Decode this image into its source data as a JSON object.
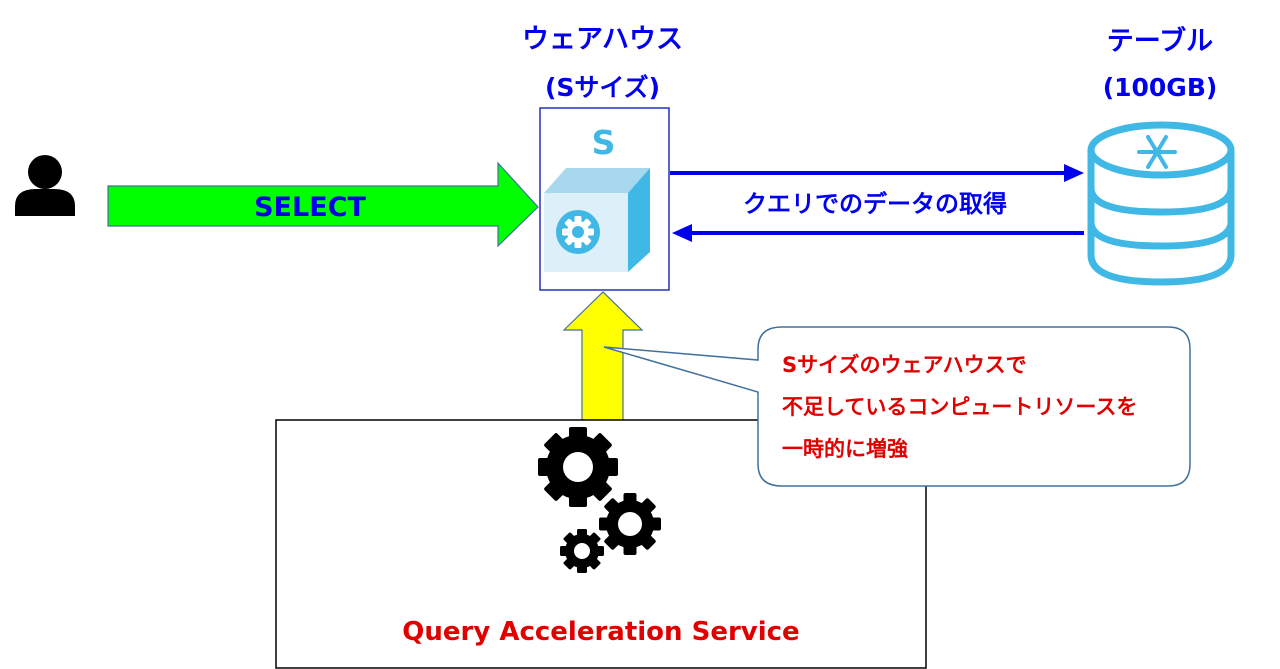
{
  "warehouse": {
    "title": "ウェアハウス",
    "size": "(Sサイズ)",
    "cube_letter": "S",
    "cube_icon": "gear-icon"
  },
  "table": {
    "title": "テーブル",
    "size": "(100GB)",
    "icon": "database-icon"
  },
  "user": {
    "icon": "person-icon"
  },
  "select_arrow": {
    "label": "SELECT",
    "fill": "#00ff00"
  },
  "fetch_label": "クエリでのデータの取得",
  "callout": {
    "lines": [
      "Sサイズのウェアハウスで",
      "不足しているコンピュートリソースを",
      "一時的に増強"
    ]
  },
  "qas": {
    "label": "Query Acceleration Service",
    "icon": "gears-icon",
    "arrow_fill": "#ffff00"
  },
  "colors": {
    "label_blue": "#0000ee",
    "label_red": "#e00000",
    "accent_cyan": "#3fb8e6",
    "arrow_blue": "#0000ee",
    "callout_border": "#41719c"
  }
}
